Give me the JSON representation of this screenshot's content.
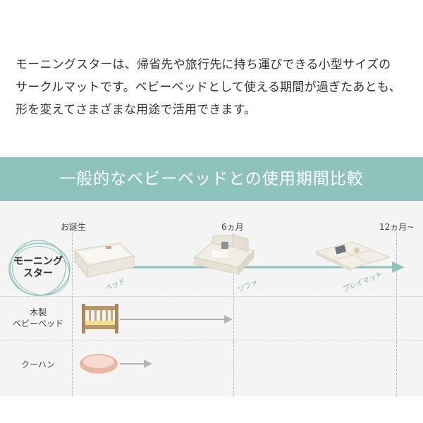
{
  "intro": {
    "lines": [
      "モーニングスターは、帰省先や旅行先に持ち運びできる小型サイズの",
      "サークルマットです。ベビーベッドとして使える期間が過ぎたあとも、",
      "形を変えてさまざまな用途で活用できます。"
    ]
  },
  "banner": {
    "title": "一般的なベビーベッドとの使用期間比較"
  },
  "timeline": {
    "start": "お誕生",
    "mid": "6ヵ月",
    "end": "12ヵ月~"
  },
  "rows": {
    "morningstar": {
      "label_line1": "モーニング",
      "label_line2": "スター",
      "stages": [
        "ベッド",
        "ソファ",
        "プレイマット"
      ]
    },
    "wooden_bed": {
      "label_line1": "木製",
      "label_line2": "ベビーベッド"
    },
    "kuhan": {
      "label": "クーハン"
    }
  },
  "colors": {
    "accent": "#8ec3bd",
    "arrow_gray": "#b3b3b3",
    "wood": "#b8966a",
    "basket": "#e8b6a2"
  }
}
